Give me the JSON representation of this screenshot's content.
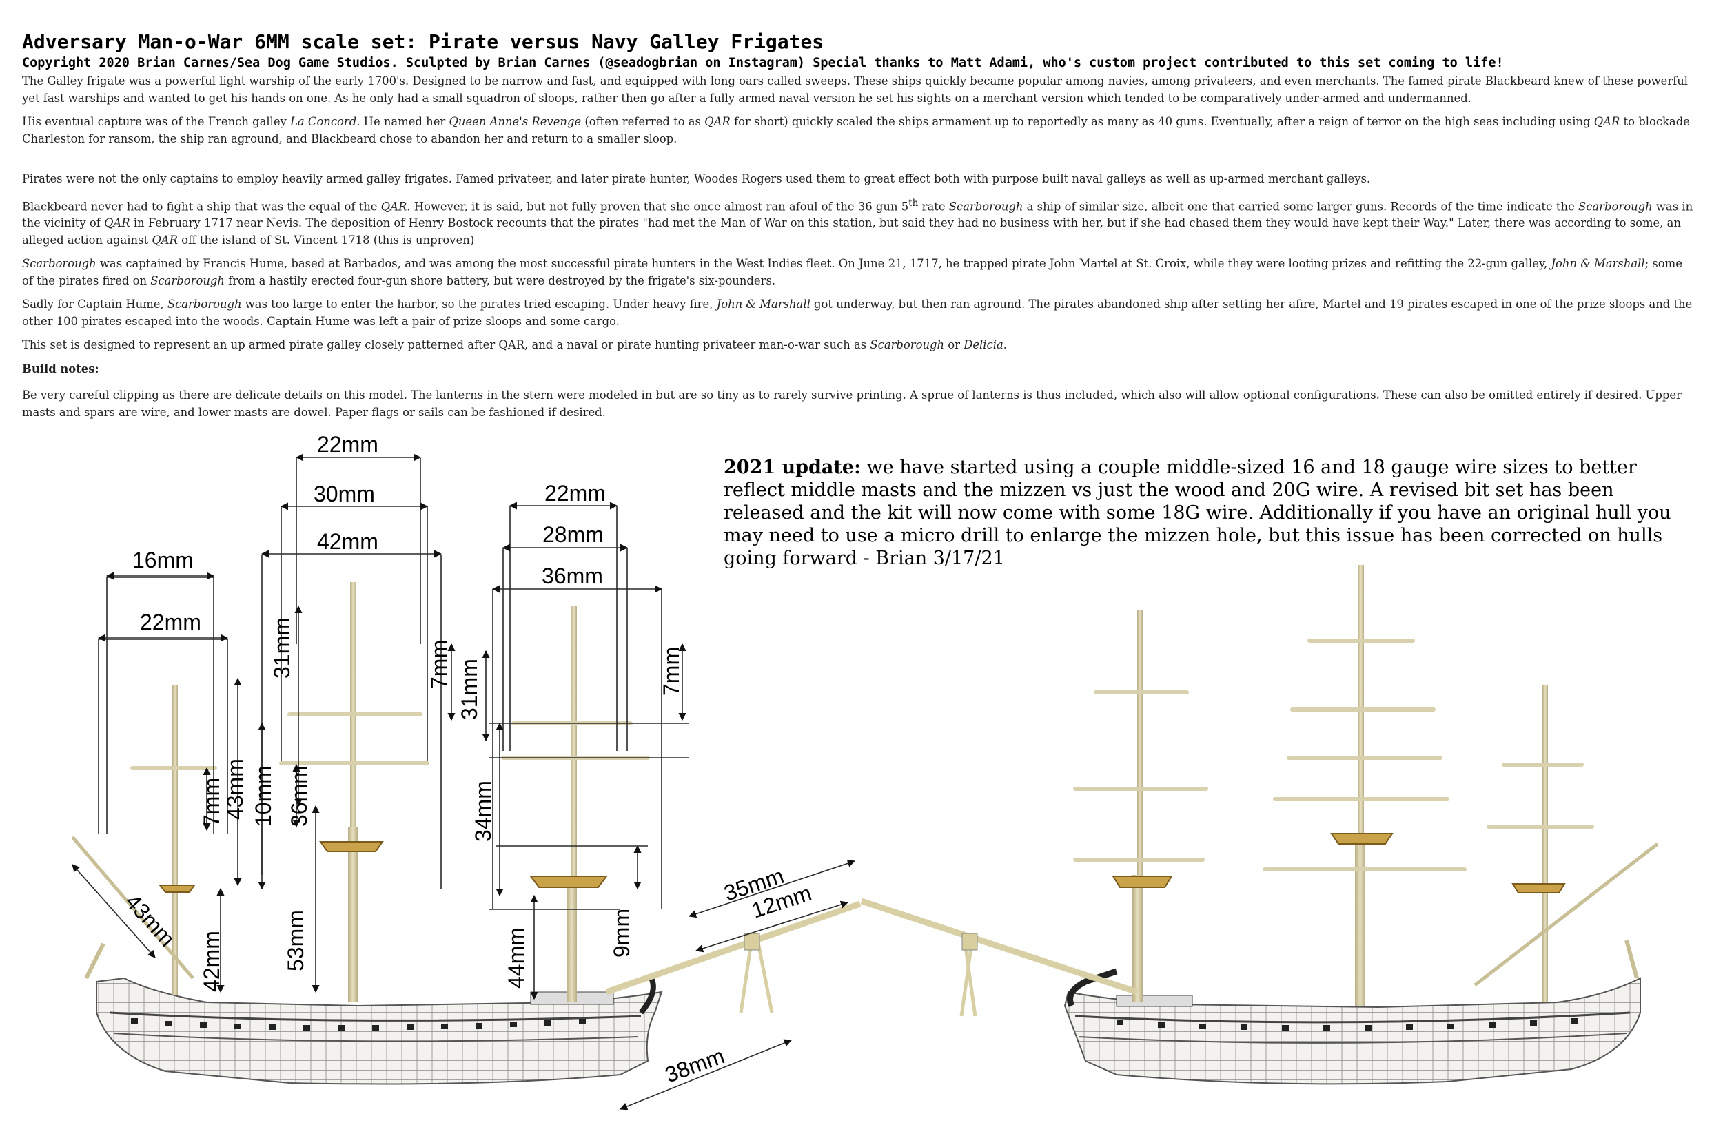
{
  "title": "Adversary Man-o-War 6MM scale set:  Pirate versus Navy Galley Frigates",
  "copyright": "Copyright 2020 Brian Carnes/Sea Dog Game Studios. Sculpted by Brian Carnes (@seadogbrian on Instagram) Special thanks to Matt Adami, who's custom project contributed to this set coming to life!",
  "paragraphs": {
    "p1": "The Galley frigate was a powerful light warship of the early 1700's. Designed to be narrow and fast, and equipped with long oars called sweeps. These ships quickly became popular among navies, among privateers, and even merchants.  The famed pirate Blackbeard knew of these powerful yet fast warships and wanted to get his hands on one. As he only had a small squadron of sloops, rather then go after a fully armed naval version he set his sights on a merchant version which tended to be comparatively under-armed and undermanned.",
    "p2": {
      "a": "His eventual capture was of the French galley ",
      "b": "La Concord.",
      "c": " He named her ",
      "d": "Queen Anne's Revenge",
      "e": " (often referred to as ",
      "f": "QAR",
      "g": " for short) quickly scaled the ships armament up to reportedly as many as 40 guns.  Eventually, after a reign of terror on the high seas including using ",
      "h": "QAR",
      "i": " to blockade Charleston for ransom, the ship ran aground, and Blackbeard chose to abandon her and return to a smaller sloop."
    },
    "p3": "Pirates were not the only captains to employ heavily armed galley frigates. Famed privateer, and later pirate hunter, Woodes Rogers used them to great effect both with purpose built naval galleys as well as up-armed merchant galleys.",
    "p4": {
      "a": "Blackbeard never had to fight a ship that was the equal of the ",
      "b": "QAR.",
      "c": " However, it is said, but not fully proven that she once almost ran afoul of the 36 gun 5",
      "sup": "th",
      "d": " rate ",
      "e": "Scarborough",
      "f": "  a ship of similar size, albeit one that carried some larger guns.  Records of the time indicate the ",
      "g": "Scarborough",
      "h": " was in the vicinity of ",
      "i": "QAR",
      "j": " in February 1717 near Nevis. The deposition of Henry Bostock recounts that the pirates \"had met the Man of War on this station, but said they had no business with her, but if she had chased them they would have kept their Way.\"  Later, there was according to some, an alleged action against ",
      "k": "QAR",
      "l": " off the island of St. Vincent 1718 (this is unproven)"
    },
    "p5": {
      "a": "Scarborough",
      "b": " was captained by Francis Hume, based at Barbados, and was among the most successful pirate hunters in the West Indies fleet. On June 21, 1717, he trapped pirate John Martel at St. Croix, while they were looting prizes and refitting the 22-gun galley, ",
      "c": "John & Marshall",
      "d": "; some of the pirates fired on ",
      "e": "Scarborough",
      "f": " from a hastily erected four-gun shore battery, but were destroyed by the frigate's six-pounders."
    },
    "p6": {
      "a": "Sadly for Captain Hume, ",
      "b": "Scarborough",
      "c": " was too large to enter the harbor, so the pirates tried escaping. Under heavy fire, ",
      "d": "John & Marshall",
      "e": " got underway, but then ran aground. The pirates abandoned ship after setting her afire, Martel and 19 pirates escaped in one of the prize sloops and the other 100 pirates escaped into the woods. Captain Hume was left a pair of prize sloops and some cargo."
    },
    "p7": {
      "a": "This set is designed to represent an up armed pirate galley closely patterned after QAR, and a naval or pirate hunting privateer man-o-war such as ",
      "b": "Scarborough",
      "c": " or ",
      "d": "Delicia."
    },
    "build_heading": "Build notes:",
    "build_text": "Be very careful clipping as there are delicate details on this model. The lanterns in the stern were modeled in but are so tiny as to rarely survive printing. A sprue of lanterns is thus included, which also will allow optional configurations.  These can also be omitted entirely if desired. Upper masts and spars are wire, and lower masts are dowel. Paper flags or sails can be fashioned if desired."
  },
  "update": {
    "label": "2021 update:",
    "text": " we have started using a couple middle-sized 16 and 18 gauge wire sizes to better reflect middle masts and the mizzen vs just the wood and 20G wire. A revised bit set has been released and the kit will now come with some 18G wire. Additionally if you have an original hull you may need to use a micro drill to enlarge the mizzen hole, but this issue has been corrected on hulls going forward - Brian 3/17/21"
  },
  "dimensions": {
    "mizzen_top_spar": "16mm",
    "mizzen_mid_spar": "22mm",
    "mizzen_top_gap": "7mm",
    "mizzen_height": "43mm",
    "mizzen_lower": "42mm",
    "lateen_yard": "43mm",
    "main_top_spar": "22mm",
    "main_mid_spar": "30mm",
    "main_low_spar": "42mm",
    "main_topmast": "31mm",
    "main_top_gap": "7mm",
    "main_upper": "36mm",
    "main_side": "10mm",
    "main_lower": "53mm",
    "fore_top_spar": "22mm",
    "fore_mid_spar": "28mm",
    "fore_low_spar": "36mm",
    "fore_top_gap": "7mm",
    "fore_topmast": "31mm",
    "fore_upper": "34mm",
    "fore_top_height": "9mm",
    "fore_lower": "44mm",
    "bowsprit": "35mm",
    "jibboom": "12mm",
    "bow_sprit_base": "38mm"
  },
  "colors": {
    "mast_wood": "#d8cfa4",
    "fighting_top": "#c9a24a",
    "hull_white": "#f4f2ee",
    "hull_lines": "#6a6a6a",
    "dimension_lines": "#2a2a2a"
  }
}
